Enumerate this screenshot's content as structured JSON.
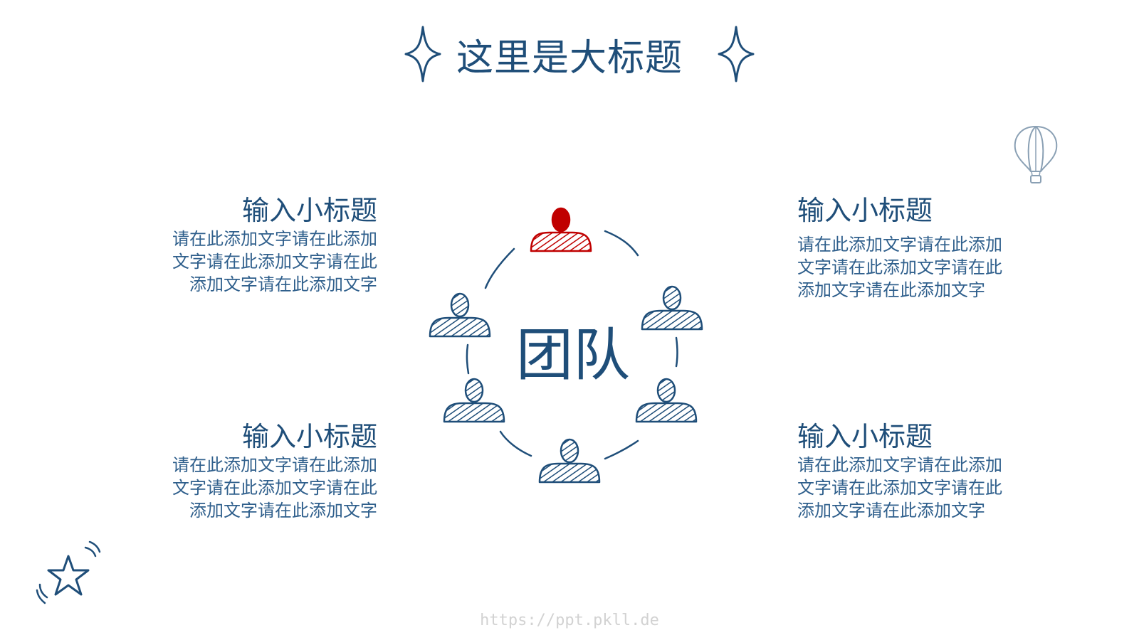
{
  "slide": {
    "title": "这里是大标题",
    "center_label": "团队",
    "watermark": "https://ppt.pkll.de"
  },
  "blocks": {
    "top_left": {
      "subtitle": "输入小标题",
      "lines": [
        "请在此添加文字请在此添加",
        "文字请在此添加文字请在此",
        "添加文字请在此添加文字"
      ]
    },
    "bottom_left": {
      "subtitle": "输入小标题",
      "lines": [
        "请在此添加文字请在此添加",
        "文字请在此添加文字请在此",
        "添加文字请在此添加文字"
      ]
    },
    "top_right": {
      "subtitle": "输入小标题",
      "lines": [
        "请在此添加文字请在此添加",
        "文字请在此添加文字请在此",
        "添加文字请在此添加文字"
      ]
    },
    "bottom_right": {
      "subtitle": "输入小标题",
      "lines": [
        "请在此添加文字请在此添加",
        "文字请在此添加文字请在此",
        "添加文字请在此添加文字"
      ]
    }
  },
  "icons": {
    "title_decoration": "sparkle-icon",
    "balloon": "hot-air-balloon-icon",
    "star": "star-doodle-icon",
    "person": "person-icon"
  },
  "colors": {
    "primary": "#1f4e79",
    "accent": "#c00000",
    "watermark": "#d2d2d2"
  }
}
